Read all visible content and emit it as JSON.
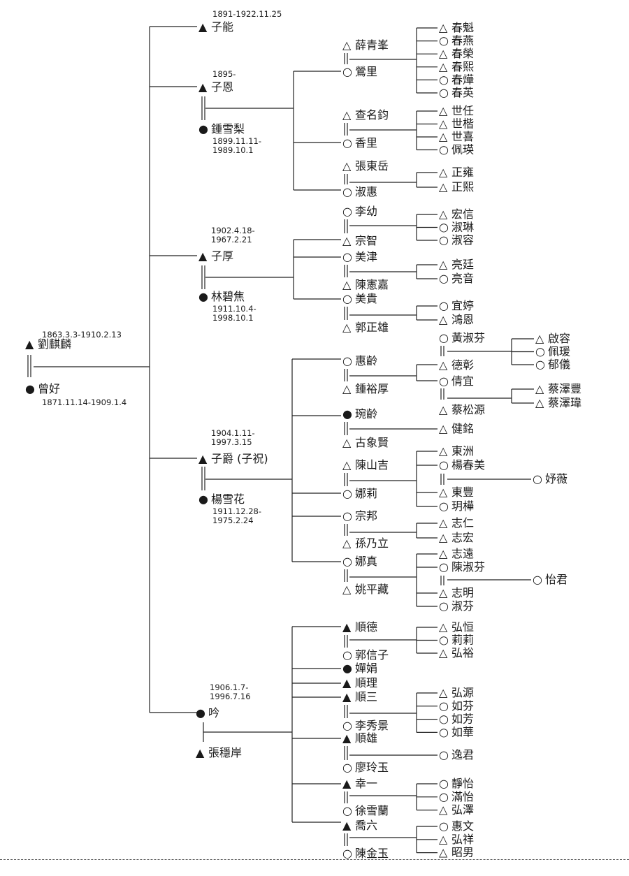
{
  "symbols": {
    "male": "▲",
    "female": "●",
    "male_open": "△",
    "female_open": "○"
  },
  "people": {
    "root": {
      "name": "劉麒麟",
      "sym": "male",
      "dates": "1863.3.3-1910.2.13"
    },
    "root_w": {
      "name": "曾好",
      "sym": "female",
      "dates": "1871.11.14-1909.1.4"
    },
    "zn": {
      "name": "子能",
      "sym": "male",
      "dates": "1891-1922.11.25"
    },
    "ze": {
      "name": "子恩",
      "sym": "male",
      "dates": "1895-"
    },
    "ze_w": {
      "name": "鍾雪梨",
      "sym": "female",
      "dates1": "1899.11.11-",
      "dates2": "1989.10.1"
    },
    "zh": {
      "name": "子厚",
      "sym": "male",
      "dates1": "1902.4.18-",
      "dates2": "1967.2.21"
    },
    "zh_w": {
      "name": "林碧焦",
      "sym": "female",
      "dates1": "1911.10.4-",
      "dates2": "1998.10.1"
    },
    "zj": {
      "name": "子爵 (子祝)",
      "sym": "male",
      "dates1": "1904.1.11-",
      "dates2": "1997.3.15"
    },
    "zj_w": {
      "name": "楊雪花",
      "sym": "female",
      "dates1": "1911.12.28-",
      "dates2": "1975.2.24"
    },
    "yin": {
      "name": "吟",
      "sym": "female",
      "dates1": "1906.1.7-",
      "dates2": "1996.7.16"
    },
    "yin_h": {
      "name": "張穩岸",
      "sym": "male"
    },
    "xqf": {
      "name": "薛青峯",
      "sym": "male_open"
    },
    "yl": {
      "name": "鶯里",
      "sym": "female_open"
    },
    "ck1": {
      "name": "春魁",
      "sym": "male_open"
    },
    "ck2": {
      "name": "春燕",
      "sym": "female_open"
    },
    "ck3": {
      "name": "春榮",
      "sym": "male_open"
    },
    "ck4": {
      "name": "春熙",
      "sym": "male_open"
    },
    "ck5": {
      "name": "春燁",
      "sym": "female_open"
    },
    "ck6": {
      "name": "春英",
      "sym": "female_open"
    },
    "cmj": {
      "name": "查名鈞",
      "sym": "male_open"
    },
    "xl": {
      "name": "香里",
      "sym": "female_open"
    },
    "sr": {
      "name": "世任",
      "sym": "male_open"
    },
    "sk": {
      "name": "世楷",
      "sym": "male_open"
    },
    "sx": {
      "name": "世喜",
      "sym": "male_open"
    },
    "pj": {
      "name": "佩瑛",
      "sym": "female_open"
    },
    "zdy": {
      "name": "張東岳",
      "sym": "male_open"
    },
    "sh1": {
      "name": "淑惠",
      "sym": "female_open"
    },
    "zy": {
      "name": "正雍",
      "sym": "male_open"
    },
    "zx": {
      "name": "正熙",
      "sym": "male_open"
    },
    "ly": {
      "name": "李幼",
      "sym": "female_open"
    },
    "zz": {
      "name": "宗智",
      "sym": "male_open"
    },
    "hx": {
      "name": "宏信",
      "sym": "male_open"
    },
    "sl": {
      "name": "淑琳",
      "sym": "female_open"
    },
    "sr2": {
      "name": "淑容",
      "sym": "female_open"
    },
    "mj": {
      "name": "美津",
      "sym": "female_open"
    },
    "chj": {
      "name": "陳憲嘉",
      "sym": "male_open"
    },
    "lt": {
      "name": "亮廷",
      "sym": "male_open"
    },
    "ly2": {
      "name": "亮音",
      "sym": "female_open"
    },
    "mg": {
      "name": "美貴",
      "sym": "female_open"
    },
    "gzx": {
      "name": "郭正雄",
      "sym": "male_open"
    },
    "yt": {
      "name": "宜婷",
      "sym": "female_open"
    },
    "he": {
      "name": "鴻恩",
      "sym": "male_open"
    },
    "hl": {
      "name": "惠齡",
      "sym": "female_open"
    },
    "zyh": {
      "name": "鍾裕厚",
      "sym": "male_open"
    },
    "hsf": {
      "name": "黃淑芬",
      "sym": "female_open"
    },
    "dz": {
      "name": "德彰",
      "sym": "male_open"
    },
    "qy": {
      "name": "啟容",
      "sym": "male_open"
    },
    "py": {
      "name": "佩瑗",
      "sym": "female_open"
    },
    "yi": {
      "name": "郁儀",
      "sym": "female_open"
    },
    "qy2": {
      "name": "倩宜",
      "sym": "female_open"
    },
    "csy": {
      "name": "蔡松源",
      "sym": "male_open"
    },
    "czf": {
      "name": "蔡澤豐",
      "sym": "male_open"
    },
    "czw": {
      "name": "蔡澤瑋",
      "sym": "male_open"
    },
    "wl": {
      "name": "琬齡",
      "sym": "female"
    },
    "gxx": {
      "name": "古象賢",
      "sym": "male_open"
    },
    "jm": {
      "name": "健銘",
      "sym": "male_open"
    },
    "csj": {
      "name": "陳山吉",
      "sym": "male_open"
    },
    "nl": {
      "name": "娜莉",
      "sym": "female_open"
    },
    "dzh": {
      "name": "東洲",
      "sym": "male_open"
    },
    "ycm": {
      "name": "楊春美",
      "sym": "female_open"
    },
    "dfe": {
      "name": "東豐",
      "sym": "male_open"
    },
    "yh": {
      "name": "玥樺",
      "sym": "female_open"
    },
    "hw": {
      "name": "妤薇",
      "sym": "female_open"
    },
    "zb": {
      "name": "宗邦",
      "sym": "female_open"
    },
    "snl": {
      "name": "孫乃立",
      "sym": "male_open"
    },
    "zr": {
      "name": "志仁",
      "sym": "male_open"
    },
    "zh2": {
      "name": "志宏",
      "sym": "male_open"
    },
    "nz": {
      "name": "娜真",
      "sym": "female_open"
    },
    "ypz": {
      "name": "姚平藏",
      "sym": "male_open"
    },
    "zya": {
      "name": "志遠",
      "sym": "male_open"
    },
    "csf": {
      "name": "陳淑芬",
      "sym": "female_open"
    },
    "zm": {
      "name": "志明",
      "sym": "male_open"
    },
    "sf": {
      "name": "淑芬",
      "sym": "female_open"
    },
    "yj": {
      "name": "怡君",
      "sym": "female_open"
    },
    "sd": {
      "name": "順德",
      "sym": "male"
    },
    "gxz": {
      "name": "郭信子",
      "sym": "female_open"
    },
    "hh": {
      "name": "弘恒",
      "sym": "male_open"
    },
    "ll": {
      "name": "莉莉",
      "sym": "female_open"
    },
    "hy": {
      "name": "弘裕",
      "sym": "male_open"
    },
    "cj": {
      "name": "嬋娟",
      "sym": "female"
    },
    "sli": {
      "name": "順理",
      "sym": "male"
    },
    "ss": {
      "name": "順三",
      "sym": "male"
    },
    "lxj": {
      "name": "李秀景",
      "sym": "female_open"
    },
    "hyu": {
      "name": "弘源",
      "sym": "male_open"
    },
    "rf": {
      "name": "如芬",
      "sym": "female_open"
    },
    "rf2": {
      "name": "如芳",
      "sym": "female_open"
    },
    "rh": {
      "name": "如華",
      "sym": "female_open"
    },
    "sxi": {
      "name": "順雄",
      "sym": "male"
    },
    "lly": {
      "name": "廖玲玉",
      "sym": "female_open"
    },
    "yjn": {
      "name": "逸君",
      "sym": "female_open"
    },
    "xy": {
      "name": "幸一",
      "sym": "male"
    },
    "xxl": {
      "name": "徐雪蘭",
      "sym": "female_open"
    },
    "jy": {
      "name": "靜怡",
      "sym": "female_open"
    },
    "my": {
      "name": "滿怡",
      "sym": "female_open"
    },
    "hz": {
      "name": "弘澤",
      "sym": "male_open"
    },
    "ql": {
      "name": "喬六",
      "sym": "male"
    },
    "cjy": {
      "name": "陳金玉",
      "sym": "female_open"
    },
    "hw2": {
      "name": "惠文",
      "sym": "female_open"
    },
    "hx2": {
      "name": "弘祥",
      "sym": "male_open"
    },
    "zn2": {
      "name": "昭男",
      "sym": "male_open"
    }
  }
}
